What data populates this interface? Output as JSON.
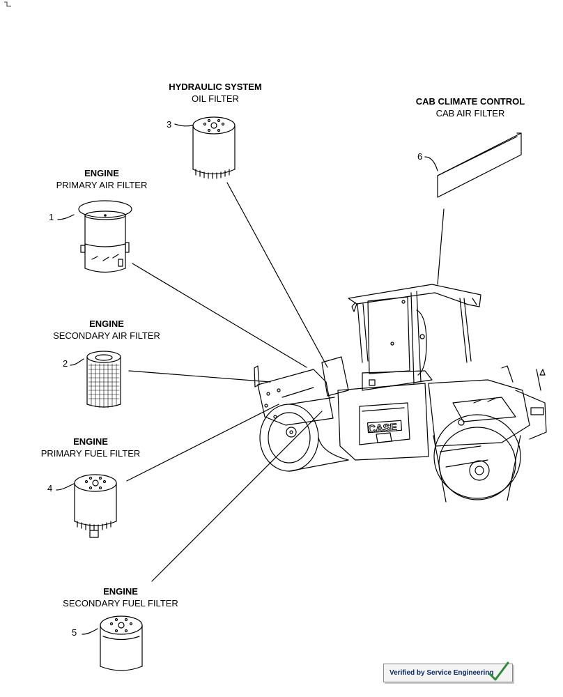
{
  "filters": [
    {
      "callout": "1",
      "category": "ENGINE",
      "name": "PRIMARY AIR FILTER",
      "icon": "primary-air-filter-icon"
    },
    {
      "callout": "2",
      "category": "ENGINE",
      "name": "SECONDARY AIR FILTER",
      "icon": "secondary-air-filter-icon"
    },
    {
      "callout": "3",
      "category": "HYDRAULIC SYSTEM",
      "name": "OIL FILTER",
      "icon": "oil-filter-icon"
    },
    {
      "callout": "4",
      "category": "ENGINE",
      "name": "PRIMARY FUEL FILTER",
      "icon": "primary-fuel-filter-icon"
    },
    {
      "callout": "5",
      "category": "ENGINE",
      "name": "SECONDARY FUEL FILTER",
      "icon": "secondary-fuel-filter-icon"
    },
    {
      "callout": "6",
      "category": "CAB CLIMATE CONTROL",
      "name": "CAB AIR FILTER",
      "icon": "cab-air-filter-icon"
    }
  ],
  "machine": {
    "brand": "CASE",
    "icon": "tandem-drum-roller-icon"
  },
  "badge": {
    "text": "Verified by Service Engineering",
    "icon": "checkmark-icon"
  }
}
